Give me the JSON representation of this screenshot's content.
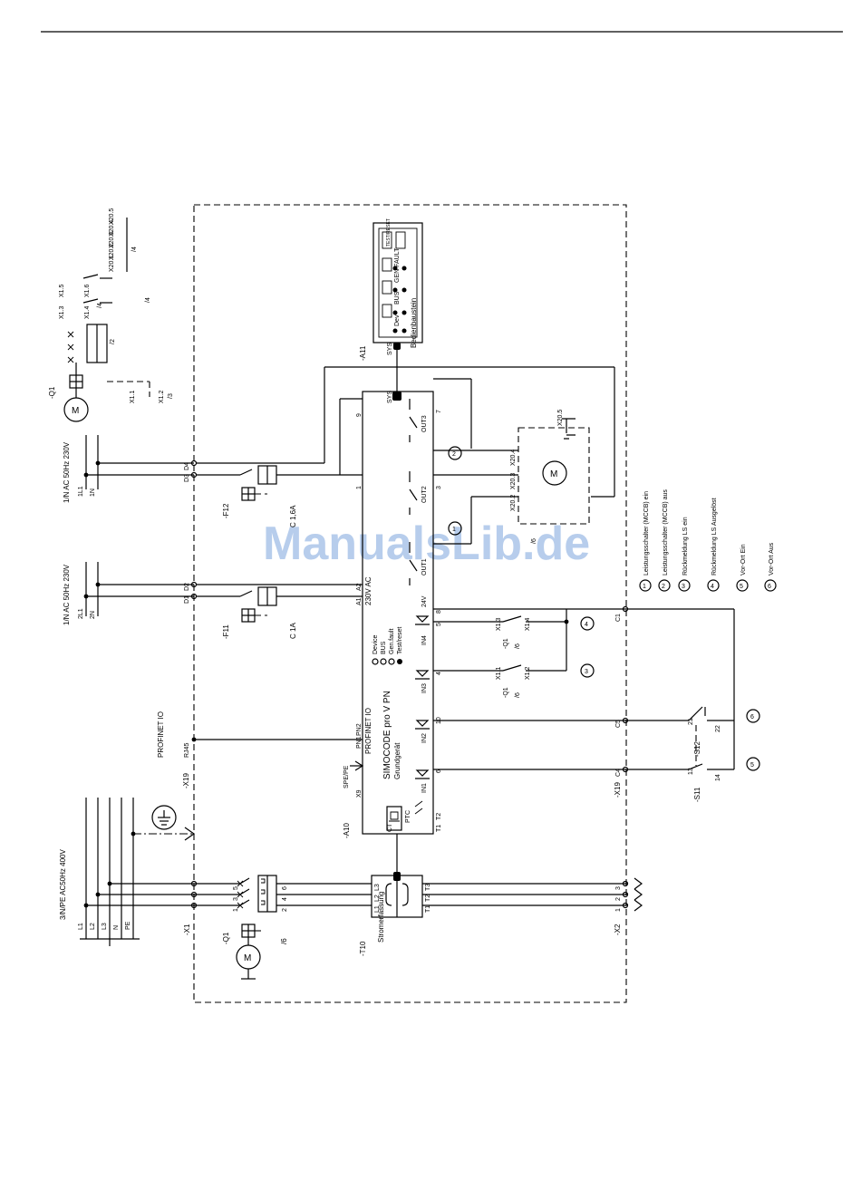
{
  "watermark": "ManualsLib.de",
  "supply": {
    "main": "3/N/PE AC50Hz 400V",
    "main_lines": [
      "L1",
      "L2",
      "L3",
      "N",
      "PE"
    ],
    "aux1": "1/N AC 50Hz 230V",
    "aux1_lines": [
      "2L1",
      "2N"
    ],
    "aux2": "1/N AC 50Hz 230V",
    "aux2_lines": [
      "1L1",
      "1N"
    ]
  },
  "terminals": {
    "x1": "-X1",
    "x2": "-X2",
    "x19": "-X19",
    "x9": "X9",
    "d1": "D1",
    "d2": "D2",
    "d3": "D3",
    "d4": "D4",
    "c1": "C1",
    "c4": "C4",
    "c5": "C5",
    "n1": "1",
    "n2": "2",
    "n3": "3",
    "rj45": "RJ45",
    "profinet": "PROFINET IO"
  },
  "fuses": {
    "f11": "-F11",
    "f11_rating": "C 1A",
    "f12": "-F12",
    "f12_rating": "C 1,6A"
  },
  "main_breaker": {
    "tag": "-Q1",
    "ref": "/6",
    "motor": "M"
  },
  "device": {
    "tag": "-A10",
    "name": "SIMOCODE pro V PN",
    "sub": "Grundgerät",
    "profinet": "PROFINET IO",
    "supply": "230V AC",
    "a1": "A1",
    "a2": "A2",
    "pn1": "PN1",
    "pn2": "PN2",
    "spe": "SPE/PE",
    "outputs": [
      "OUT1",
      "OUT2",
      "OUT3"
    ],
    "inputs": [
      "IN1",
      "IN2",
      "IN3",
      "IN4"
    ],
    "supply24": "24V",
    "sys": "SYS",
    "ct": "CT",
    "ptc": "PTC",
    "t1": "T1",
    "t2": "T2",
    "leds": [
      "Device",
      "BUS",
      "Gen.fault",
      "Test/reset"
    ],
    "pins": [
      "1",
      "2",
      "3",
      "4",
      "5",
      "6",
      "7",
      "8",
      "9",
      "10"
    ]
  },
  "current_module": {
    "tag": "-T10",
    "label": "Stromerfassung",
    "in": [
      "L1",
      "L2",
      "L3"
    ],
    "out": [
      "T1",
      "T2",
      "T3"
    ]
  },
  "panel": {
    "tag": "-A11",
    "label": "Bedienbaustein",
    "sys": "SYS",
    "leds": [
      "Dev",
      "BUS",
      "GEN FAULT"
    ],
    "buttons": [
      "TEST/RESET"
    ]
  },
  "actuator": {
    "motor": "M",
    "terms": [
      "X20.2",
      "X20.3",
      "X20.4",
      "X20.5"
    ],
    "ref": "/6"
  },
  "aux_contacts": {
    "q1_tag": "-Q1",
    "q1_ref": "/6",
    "x11": "X1.1",
    "x12": "X1.2",
    "x13": "X1.3",
    "x14": "X1.4",
    "x15": "X1.5",
    "x16": "X1.6"
  },
  "top_left": {
    "q1": "-Q1",
    "motor": "M",
    "refs": [
      "/2",
      "/3",
      "/4"
    ],
    "terms": [
      "X1.1",
      "X1.2",
      "X1.3",
      "X1.4",
      "X1.5",
      "X1.6"
    ],
    "x20": [
      "X20.1",
      "X20.2",
      "X20.3",
      "X20.4",
      "X20.5"
    ],
    "phase_nums": [
      "1",
      "2",
      "3",
      "4",
      "5",
      "6"
    ]
  },
  "switches": {
    "s11": "-S11",
    "s12": "-S12",
    "s11_pins": [
      "13",
      "14"
    ],
    "s12_pins": [
      "21",
      "22"
    ]
  },
  "legend": [
    {
      "n": "1",
      "text": "Leistungsschalter (MCCB) ein"
    },
    {
      "n": "2",
      "text": "Leistungsschalter (MCCB) aus"
    },
    {
      "n": "3",
      "text": "Rückmeldung LS ein"
    },
    {
      "n": "4",
      "text": "Rückmeldung LS Ausgelöst"
    },
    {
      "n": "5",
      "text": "Vor-Ort Ein"
    },
    {
      "n": "6",
      "text": "Vor-Ort Aus"
    }
  ]
}
